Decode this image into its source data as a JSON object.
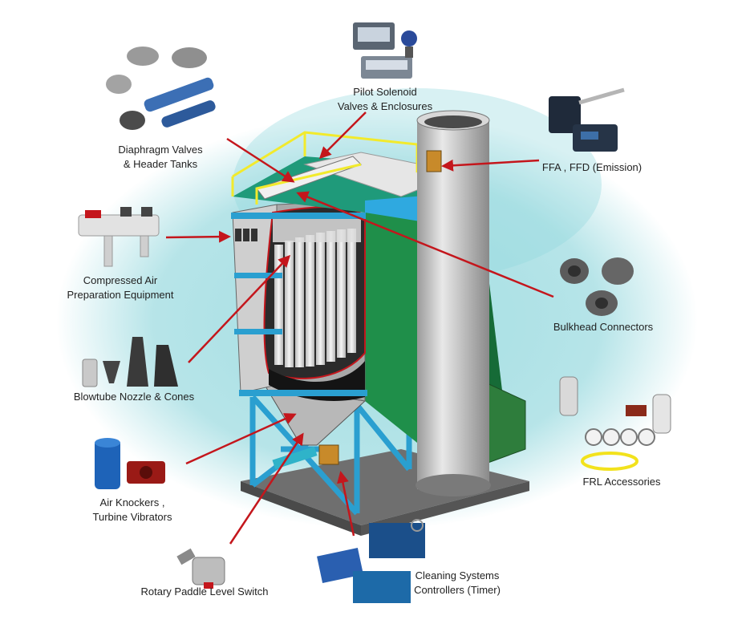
{
  "labels": {
    "pilot_solenoid": [
      "Pilot Solenoid",
      "Valves & Enclosures"
    ],
    "diaphragm_valves": [
      "Diaphragm Valves",
      "&  Header Tanks"
    ],
    "ffa_ffd": [
      "FFA , FFD (Emission)"
    ],
    "compressed_air": [
      "Compressed Air",
      "Preparation Equipment"
    ],
    "bulkhead": [
      "Bulkhead Connectors"
    ],
    "blowtube": [
      "Blowtube Nozzle & Cones"
    ],
    "frl": [
      "FRL Accessories"
    ],
    "air_knockers": [
      "Air Knockers ,",
      "Turbine Vibrators"
    ],
    "cleaning_systems": [
      "Cleaning Systems",
      "Controllers (Timer)"
    ],
    "rotary_paddle": [
      "Rotary Paddle Level Switch"
    ]
  },
  "colors": {
    "arrow": "#c4161c",
    "background_wash": "#7ccfd6",
    "structure_steel": "#2a9fd0",
    "housing": "#c8c8c8",
    "hopper_green": "#1f8f4a",
    "railing": "#f2ea2c",
    "bags": "#e6e6e6"
  }
}
